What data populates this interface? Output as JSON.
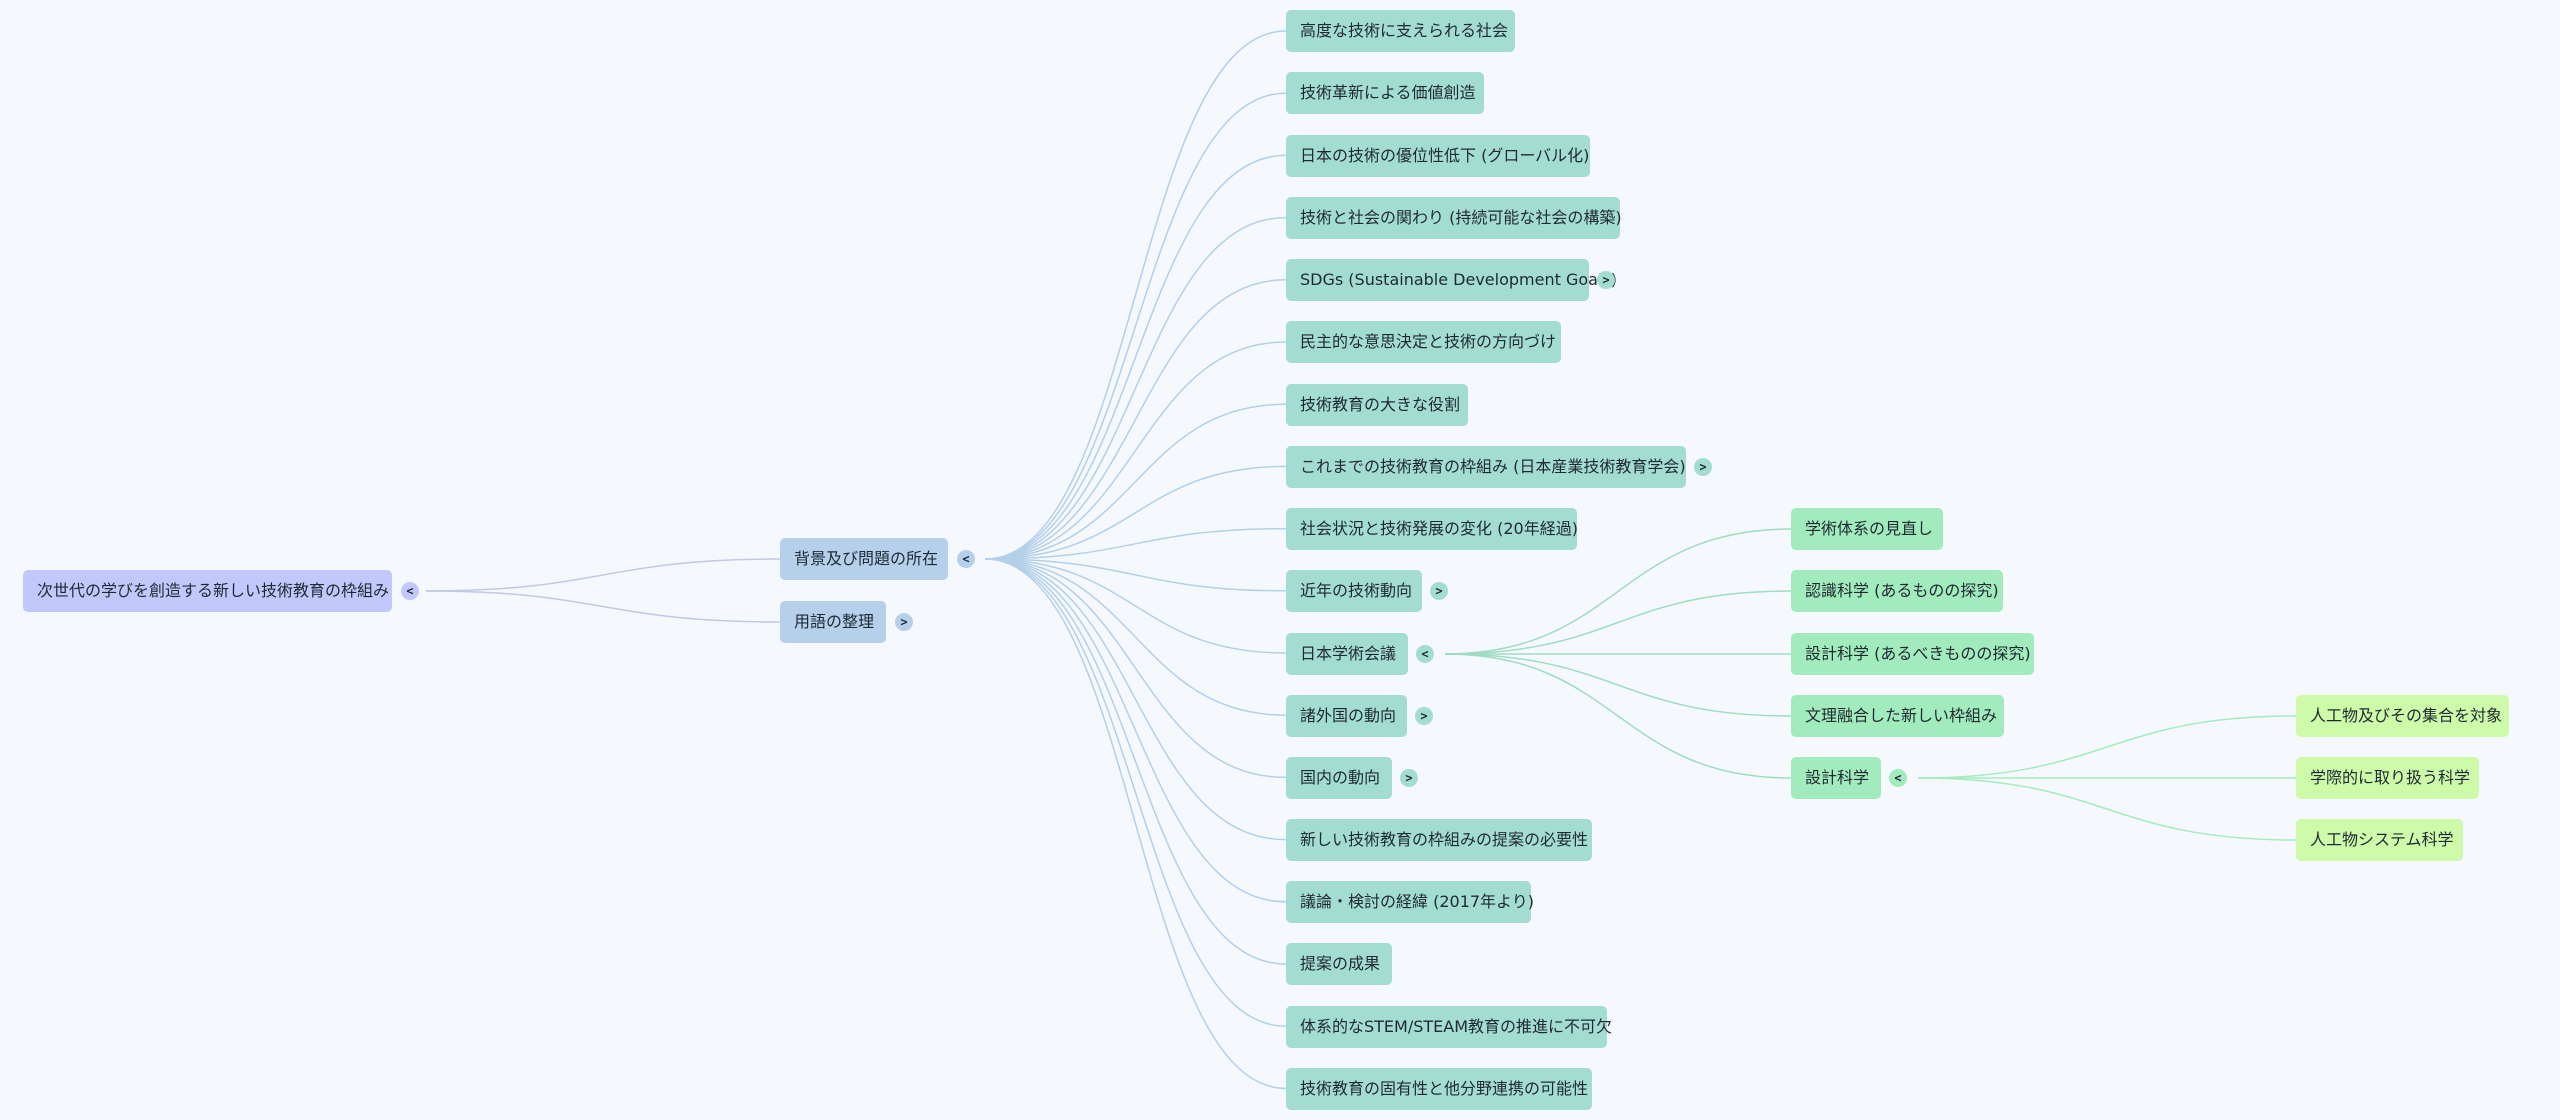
{
  "root": {
    "label": "次世代の学びを創造する新しい技術教育の枠組み",
    "toggle": "<"
  },
  "level1": [
    {
      "label": "背景及び問題の所在",
      "toggle": "<"
    },
    {
      "label": "用語の整理",
      "toggle": ">"
    }
  ],
  "background_items": [
    {
      "label": "高度な技術に支えられる社会"
    },
    {
      "label": "技術革新による価値創造"
    },
    {
      "label": "日本の技術の優位性低下 (グローバル化)"
    },
    {
      "label": "技術と社会の関わり (持続可能な社会の構築)"
    },
    {
      "label": "SDGs (Sustainable Development Goals)",
      "toggle": ">"
    },
    {
      "label": "民主的な意思決定と技術の方向づけ"
    },
    {
      "label": "技術教育の大きな役割"
    },
    {
      "label": "これまでの技術教育の枠組み (日本産業技術教育学会)",
      "toggle": ">"
    },
    {
      "label": "社会状況と技術発展の変化 (20年経過)"
    },
    {
      "label": "近年の技術動向",
      "toggle": ">"
    },
    {
      "label": "日本学術会議",
      "toggle": "<"
    },
    {
      "label": "諸外国の動向",
      "toggle": ">"
    },
    {
      "label": "国内の動向",
      "toggle": ">"
    },
    {
      "label": "新しい技術教育の枠組みの提案の必要性"
    },
    {
      "label": "議論・検討の経緯 (2017年より)"
    },
    {
      "label": "提案の成果"
    },
    {
      "label": "体系的なSTEM/STEAM教育の推進に不可欠"
    },
    {
      "label": "技術教育の固有性と他分野連携の可能性"
    }
  ],
  "science_council_items": [
    {
      "label": "学術体系の見直し"
    },
    {
      "label": "認識科学 (あるものの探究)"
    },
    {
      "label": "設計科学 (あるべきものの探究)"
    },
    {
      "label": "文理融合した新しい枠組み"
    },
    {
      "label": "設計科学",
      "toggle": "<"
    }
  ],
  "design_science_items": [
    {
      "label": "人工物及びその集合を対象"
    },
    {
      "label": "学際的に取り扱う科学"
    },
    {
      "label": "人工物システム科学"
    }
  ],
  "colors": {
    "background": "#f5f9fe",
    "root": "#c2c8fb",
    "level1": "#b6d0ec",
    "level2": "#a3ddd1",
    "level3": "#a2ebbd",
    "level4": "#cdfba9",
    "link_root": "#c2c8e6",
    "link_background": "#b4cfe8",
    "link_council": "#9fdcc2",
    "link_design": "#a4ecbd"
  }
}
